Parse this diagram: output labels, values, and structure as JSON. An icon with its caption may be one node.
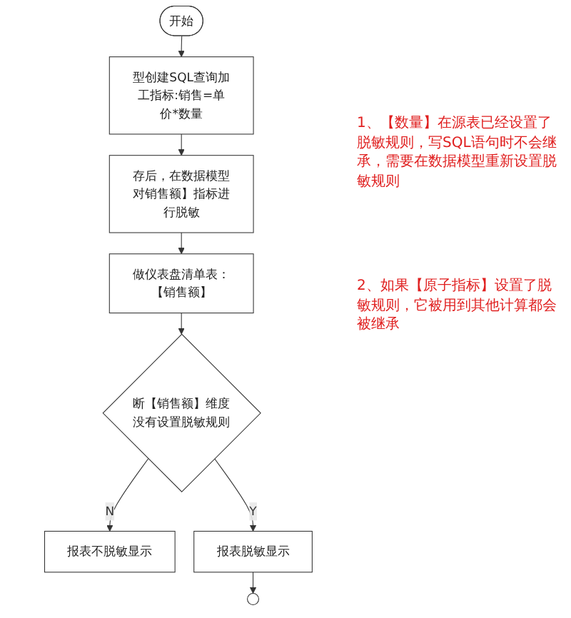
{
  "diagram": {
    "nodes": [
      {
        "text": [
          "开始"
        ]
      },
      {
        "text": [
          "型创建SQL查询加工指标:销售=单价*数量"
        ]
      },
      {
        "text": [
          "存后，在数据模型对销售额】指标进行脱敏"
        ]
      },
      {
        "text": [
          "做仪表盘清单表：【销售额】"
        ]
      },
      {
        "text": [
          "断【销售额】维度没有设置脱敏规则"
        ]
      },
      {
        "text": [
          "报表不脱敏显示"
        ]
      },
      {
        "text": [
          "报表脱敏显示"
        ]
      },
      {
        "text": [],
        "shape": "circle"
      }
    ],
    "edges": [
      {
        "from": 0,
        "to": 1,
        "arrow": "to"
      },
      {
        "from": 1,
        "to": 2,
        "arrow": "to"
      },
      {
        "from": 2,
        "to": 3,
        "arrow": "to"
      },
      {
        "from": 3,
        "to": 4,
        "arrow": "to"
      },
      {
        "from": 4,
        "to": 5,
        "arrow": "to",
        "label": "N"
      },
      {
        "from": 4,
        "to": 6,
        "arrow": "to",
        "label": "Y"
      },
      {
        "from": 6,
        "to": 7,
        "arrow": "to"
      }
    ],
    "labels": [
      "1、【数量】在源表已经设置了脱敏规则，写SQL语句时不会继承，需要在数据模型重新设置脱敏规则",
      "2、如果【原子指标】设置了脱敏规则，它被用到其他计算都会被继承"
    ]
  }
}
